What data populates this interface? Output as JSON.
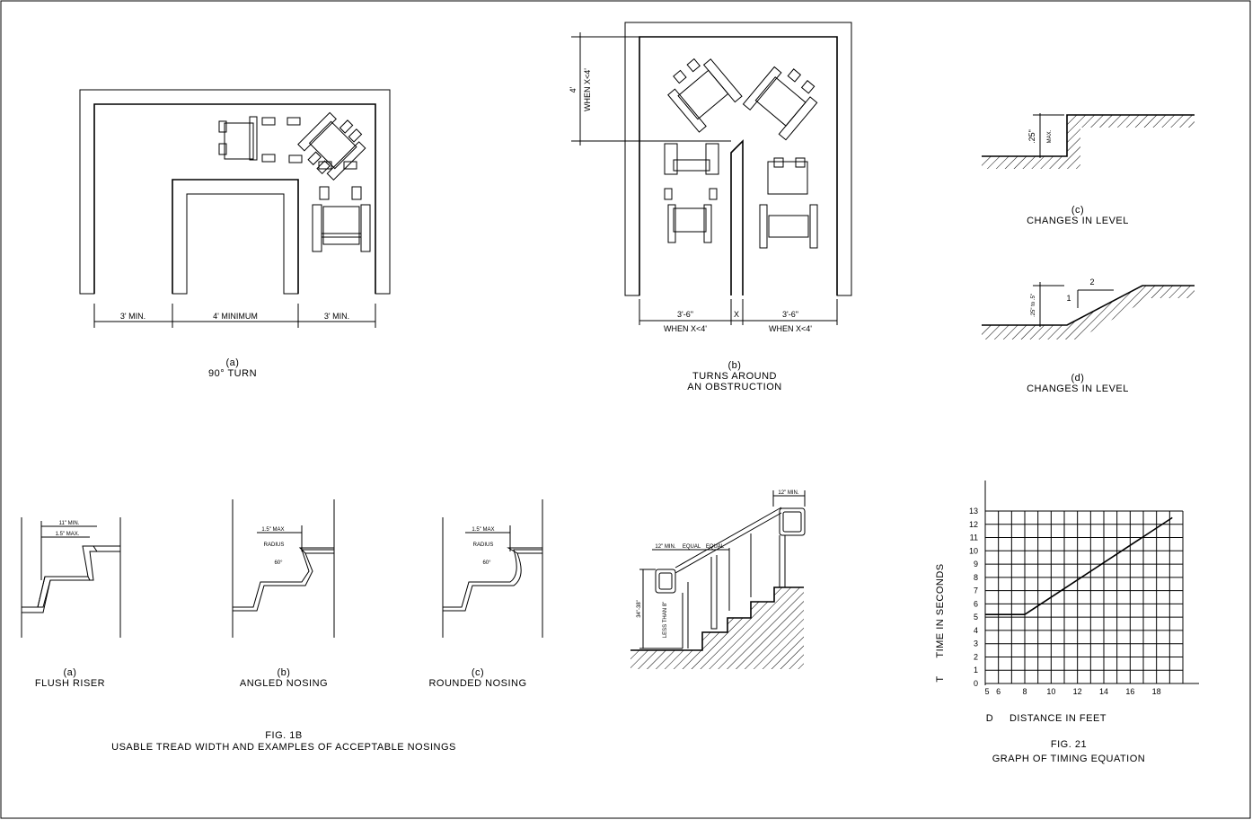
{
  "fig_turns": {
    "a_dim_left": "3' MIN.",
    "a_dim_mid": "4' MINIMUM",
    "a_dim_right": "3' MIN.",
    "a_letter": "(a)",
    "a_caption": "90° TURN",
    "b_dim_vertical": "4'",
    "b_dim_vertical_note": "WHEN X<4'",
    "b_dim_left": "3'-6\"",
    "b_dim_x": "X",
    "b_dim_right": "3'-6\"",
    "b_note_left": "WHEN X<4'",
    "b_note_right": "WHEN X<4'",
    "b_letter": "(b)",
    "b_caption_1": "TURNS AROUND",
    "b_caption_2": "AN OBSTRUCTION"
  },
  "fig_levels": {
    "c_dim": ".25\"",
    "c_dim_note": "MAX.",
    "c_letter": "(c)",
    "c_caption": "CHANGES IN LEVEL",
    "d_dim": ".25\" to .5\"",
    "d_slope_run": "2",
    "d_slope_rise": "1",
    "d_letter": "(d)",
    "d_caption": "CHANGES IN LEVEL"
  },
  "fig_1b": {
    "a_dim_1": "11\" MIN.",
    "a_dim_2": "1.5\" MAX.",
    "b_dim_1": "1.5\" MAX",
    "b_radius": "RADIUS",
    "b_angle": "60°",
    "c_dim_1": "1.5\" MAX",
    "c_radius": "RADIUS",
    "c_angle": "60°",
    "a_letter": "(a)",
    "a_caption": "FLUSH RISER",
    "b_letter": "(b)",
    "b_caption": "ANGLED NOSING",
    "c_letter": "(c)",
    "c_caption": "ROUNDED NOSING",
    "fig_title": "FIG. 1B",
    "fig_subtitle": "USABLE TREAD WIDTH AND EXAMPLES OF ACCEPTABLE NOSINGS"
  },
  "fig_handrail": {
    "top_dim": "12\" MIN.",
    "dim_1": "12\" MIN.",
    "dim_equal_1": "EQUAL",
    "dim_equal_2": "EQUAL",
    "height": "34\"-38\"",
    "less_than": "LESS THAN 8\""
  },
  "fig_21": {
    "y_axis_title": "TIME IN SECONDS",
    "y_axis_symbol": "T",
    "x_axis_title": "DISTANCE IN FEET",
    "x_axis_symbol": "D",
    "title": "FIG. 21",
    "subtitle": "GRAPH OF TIMING EQUATION"
  },
  "chart_data": {
    "type": "line",
    "title": "FIG. 21",
    "subtitle": "GRAPH OF TIMING EQUATION",
    "xlabel": "DISTANCE IN FEET",
    "ylabel": "TIME IN SECONDS",
    "x_ticks": [
      "5",
      "6",
      "8",
      "10",
      "12",
      "14",
      "16",
      "18"
    ],
    "y_ticks": [
      "0",
      "1",
      "2",
      "3",
      "4",
      "5",
      "6",
      "7",
      "8",
      "9",
      "10",
      "11",
      "12",
      "13"
    ],
    "xlim": [
      5,
      20
    ],
    "ylim": [
      0,
      13
    ],
    "grid": true,
    "series": [
      {
        "x": [
          5,
          8,
          19.2
        ],
        "y": [
          5.2,
          5.2,
          12.5
        ]
      }
    ]
  }
}
